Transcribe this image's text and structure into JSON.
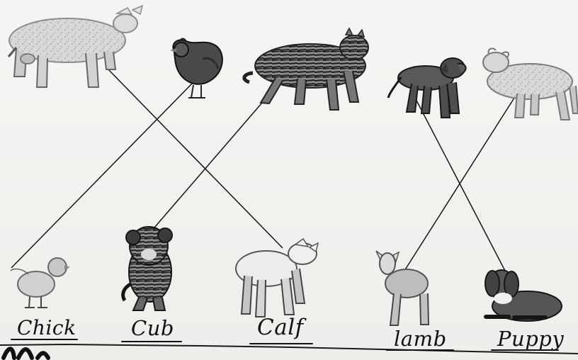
{
  "labels": {
    "chick": "Chick",
    "cub": "Cub",
    "calf": "Calf",
    "lamb": "lamb",
    "puppy": "Puppy"
  },
  "colors": {
    "line": "#151515",
    "paper": "#f3f2ef",
    "gray_dark": "#444444",
    "gray_mid": "#8a8a8a",
    "gray_light": "#cfcfcf"
  }
}
